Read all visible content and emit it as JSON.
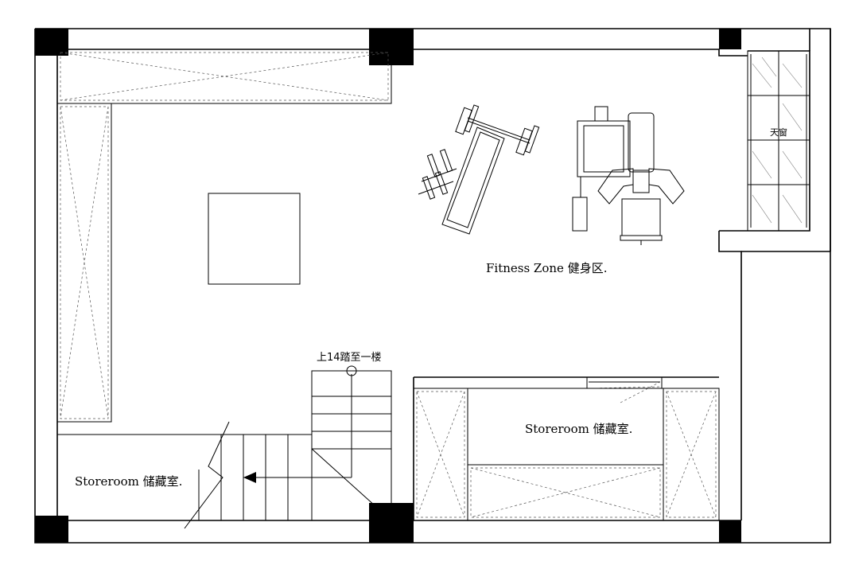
{
  "labels": {
    "fitness_zone": "Fitness Zone 健身区.",
    "storeroom_right": "Storeroom 储藏室.",
    "storeroom_left": "Storeroom 储藏室.",
    "stair_note": "上14踏至一楼",
    "skylight": "天窗"
  }
}
